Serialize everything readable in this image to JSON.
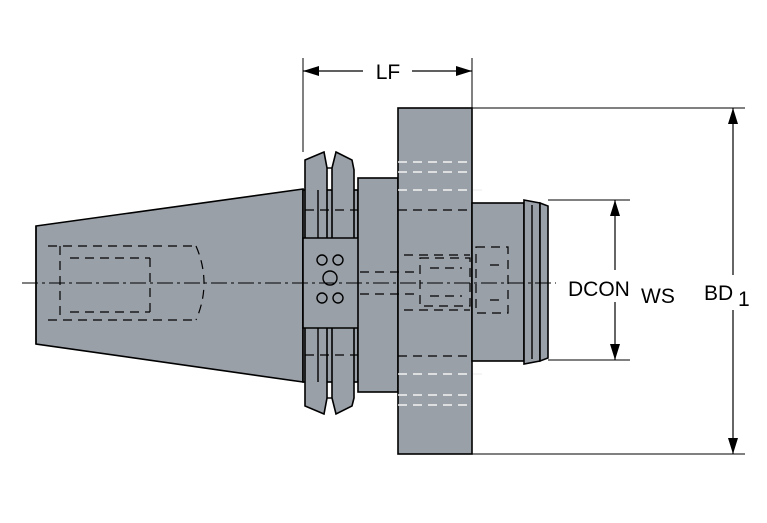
{
  "dimensions": {
    "lf": {
      "label": "LF"
    },
    "dcon": {
      "label": "DCON",
      "subscript": "WS"
    },
    "bd": {
      "label": "BD",
      "subscript": "1"
    }
  },
  "colors": {
    "body": "#9aa0a8",
    "outline": "#000000",
    "background": "#ffffff"
  }
}
